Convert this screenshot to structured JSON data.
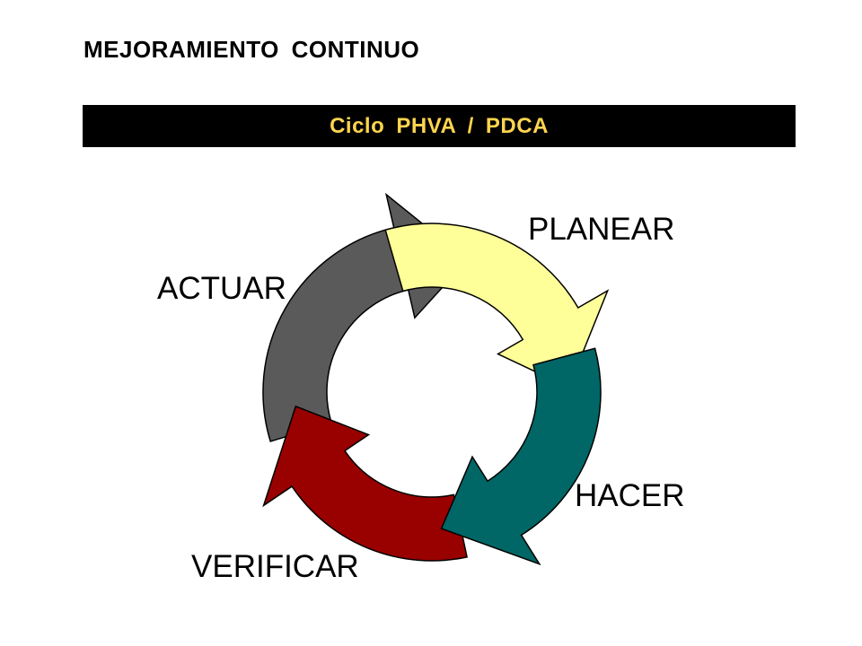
{
  "title": "MEJORAMIENTO  CONTINUO",
  "banner": {
    "text": "Ciclo PHVA  /  PDCA",
    "background": "#000000",
    "text_color": "#FFD54F"
  },
  "cycle": {
    "stages": [
      {
        "id": "planear",
        "label": "PLANEAR",
        "color": "#FFFF99"
      },
      {
        "id": "hacer",
        "label": "HACER",
        "color": "#006666"
      },
      {
        "id": "verificar",
        "label": "VERIFICAR",
        "color": "#990000"
      },
      {
        "id": "actuar",
        "label": "ACTUAR",
        "color": "#5A5A5A"
      }
    ],
    "outline_color": "#000000"
  }
}
